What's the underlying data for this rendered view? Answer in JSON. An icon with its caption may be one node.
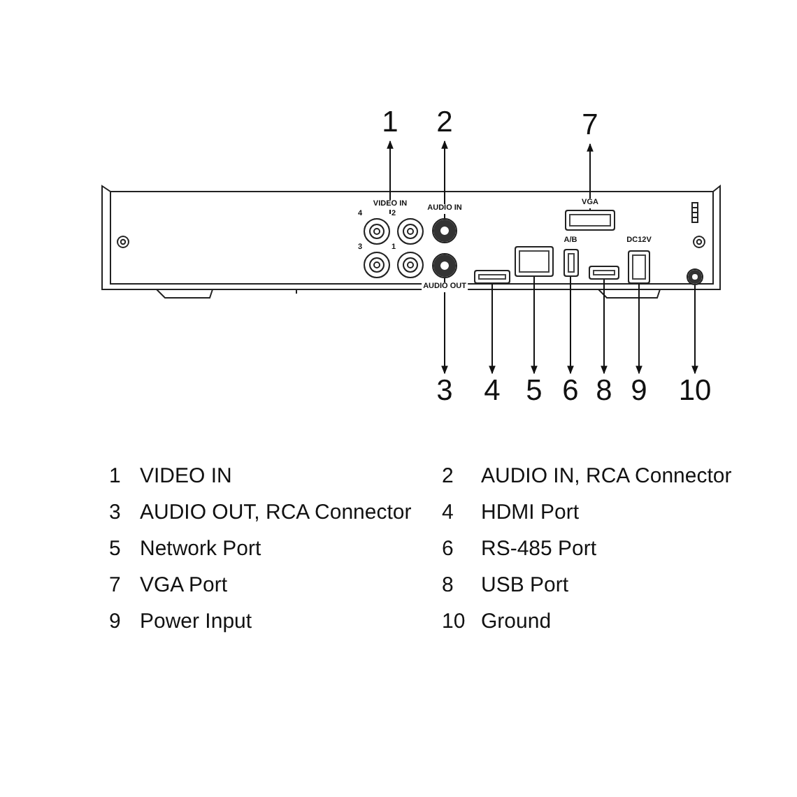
{
  "diagram": {
    "nodes": [
      {
        "text": [
          "1"
        ]
      },
      {
        "text": [
          "2"
        ]
      },
      {
        "text": [
          "7"
        ]
      },
      {
        "text": [
          "4",
          "2",
          "3",
          "1"
        ]
      },
      {
        "text": [],
        "shape": "circle"
      },
      {
        "text": [],
        "shape": "box"
      },
      {
        "text": [],
        "shape": "circle"
      },
      {
        "text": [],
        "shape": "box"
      },
      {
        "text": [],
        "shape": "box"
      },
      {
        "text": [],
        "shape": "box"
      },
      {
        "text": [],
        "shape": "box"
      },
      {
        "text": [],
        "shape": "box"
      },
      {
        "text": [],
        "shape": "circle"
      },
      {
        "text": [
          "3"
        ]
      },
      {
        "text": [
          "4"
        ]
      },
      {
        "text": [
          "5"
        ]
      },
      {
        "text": [
          "6"
        ]
      },
      {
        "text": [
          "8"
        ]
      },
      {
        "text": [
          "9"
        ]
      },
      {
        "text": [
          "10"
        ]
      }
    ],
    "edges": [
      {
        "from": 3,
        "to": 0,
        "arrow": "to"
      },
      {
        "from": 4,
        "to": 1,
        "arrow": "to"
      },
      {
        "from": 5,
        "to": 2,
        "arrow": "to"
      },
      {
        "from": 6,
        "to": 13,
        "arrow": "to"
      },
      {
        "from": 7,
        "to": 14,
        "arrow": "to"
      },
      {
        "from": 8,
        "to": 15,
        "arrow": "to"
      },
      {
        "from": 9,
        "to": 16,
        "arrow": "to"
      },
      {
        "from": 10,
        "to": 17,
        "arrow": "to"
      },
      {
        "from": 11,
        "to": 18,
        "arrow": "to"
      },
      {
        "from": 12,
        "to": 19,
        "arrow": "to"
      }
    ],
    "labels": [
      "VIDEO IN",
      "AUDIO IN",
      "VGA",
      "A/B",
      "DC12V",
      "AUDIO OUT",
      "1",
      "VIDEO IN",
      "2",
      "AUDIO IN, RCA Connector",
      "3",
      "AUDIO OUT, RCA Connector",
      "4",
      "HDMI Port",
      "5",
      "Network Port",
      "6",
      "RS-485 Port",
      "7",
      "VGA Port",
      "8",
      "USB Port",
      "9",
      "Power Input",
      "10",
      "Ground"
    ]
  }
}
